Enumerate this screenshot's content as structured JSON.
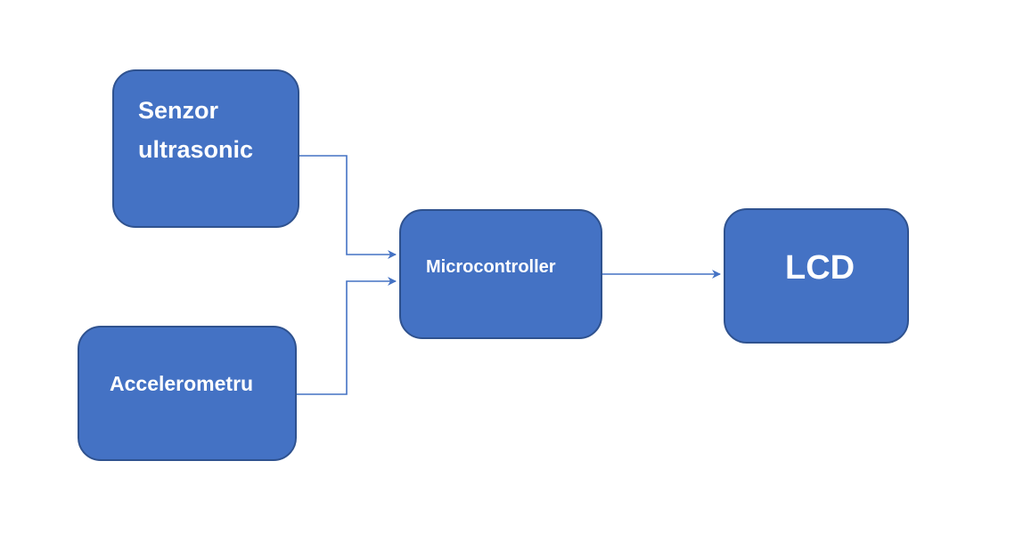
{
  "colors": {
    "block_fill": "#4472c4",
    "block_border": "#2f528f",
    "block_text": "#ffffff",
    "connector": "#4472c4",
    "background": "#ffffff"
  },
  "blocks": {
    "senzor": {
      "line1": "Senzor",
      "line2": "ultrasonic"
    },
    "accelerometru": {
      "label": "Accelerometru"
    },
    "microcontroller": {
      "label": "Microcontroller"
    },
    "lcd": {
      "label": "LCD"
    }
  },
  "connections": [
    {
      "from": "Senzor ultrasonic",
      "to": "Microcontroller"
    },
    {
      "from": "Accelerometru",
      "to": "Microcontroller"
    },
    {
      "from": "Microcontroller",
      "to": "LCD"
    }
  ]
}
